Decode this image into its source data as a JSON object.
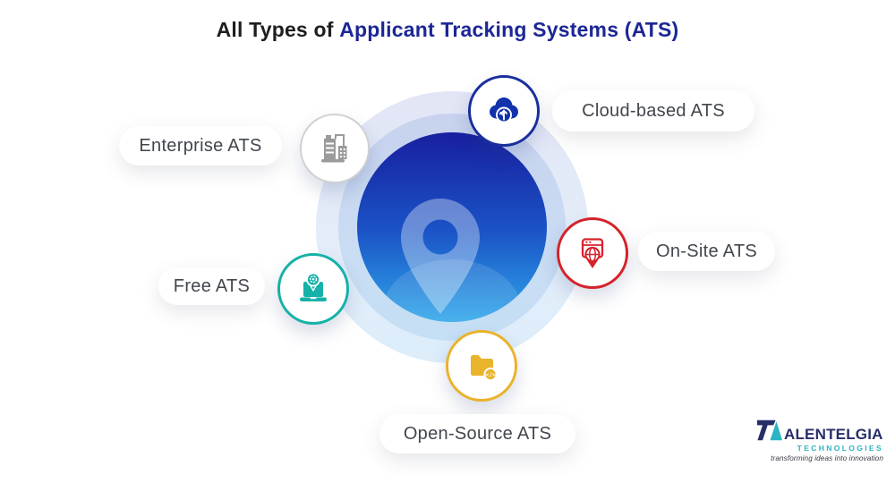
{
  "title": {
    "prefix": "All Types of ",
    "highlight": "Applicant Tracking Systems (ATS)",
    "highlight_color": "#1c2795"
  },
  "center": {
    "icon": "location-pin-icon",
    "gradient_top": "#181f9f",
    "gradient_bottom": "#2fa7ea",
    "ring_outer_color": "#e2e5f5",
    "ring_inner_color": "#c8d2ee"
  },
  "nodes": [
    {
      "key": "cloud-based",
      "label": "Cloud-based ATS",
      "accent": "#1a2f9e",
      "icon": "cloud-upload-icon"
    },
    {
      "key": "enterprise",
      "label": "Enterprise ATS",
      "accent": "#9b9b9b",
      "icon": "office-building-icon"
    },
    {
      "key": "on-site",
      "label": "On-Site ATS",
      "accent": "#d6222b",
      "icon": "browser-globe-pin-icon"
    },
    {
      "key": "free",
      "label": "Free ATS",
      "accent": "#16b1a8",
      "icon": "laptop-location-pin-icon"
    },
    {
      "key": "open-source",
      "label": "Open-Source ATS",
      "accent": "#e9b32b",
      "icon": "folder-code-icon",
      "badge": "</>"
    }
  ],
  "logo": {
    "name_full": "TALENTELGIA",
    "name_after_mark": "ALENTELGIA",
    "division": "TECHNOLOGIES",
    "tagline": "transforming ideas into innovation",
    "navy": "#272e68",
    "teal": "#2cb3c4"
  }
}
